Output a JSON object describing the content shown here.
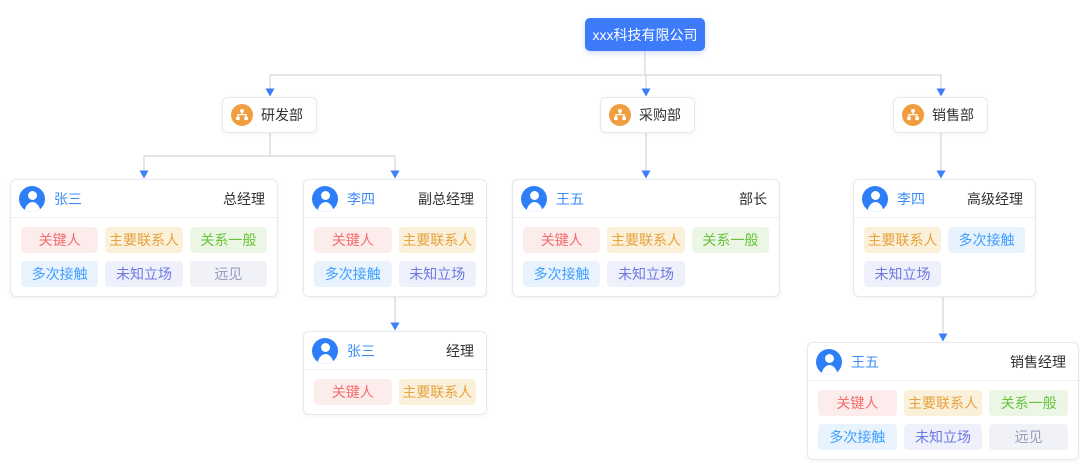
{
  "company": {
    "name": "xxx科技有限公司"
  },
  "departments": [
    {
      "label": "研发部"
    },
    {
      "label": "采购部"
    },
    {
      "label": "销售部"
    }
  ],
  "people": [
    {
      "name": "张三",
      "title": "总经理",
      "tags": [
        {
          "label": "关键人",
          "type": "danger"
        },
        {
          "label": "主要联系人",
          "type": "warning"
        },
        {
          "label": "关系一般",
          "type": "success"
        },
        {
          "label": "多次接触",
          "type": "primary"
        },
        {
          "label": "未知立场",
          "type": "purple"
        },
        {
          "label": "远见",
          "type": "info"
        }
      ]
    },
    {
      "name": "李四",
      "title": "副总经理",
      "tags": [
        {
          "label": "关键人",
          "type": "danger"
        },
        {
          "label": "主要联系人",
          "type": "warning"
        },
        {
          "label": "多次接触",
          "type": "primary"
        },
        {
          "label": "未知立场",
          "type": "purple"
        }
      ]
    },
    {
      "name": "王五",
      "title": "部长",
      "tags": [
        {
          "label": "关键人",
          "type": "danger"
        },
        {
          "label": "主要联系人",
          "type": "warning"
        },
        {
          "label": "关系一般",
          "type": "success"
        },
        {
          "label": "多次接触",
          "type": "primary"
        },
        {
          "label": "未知立场",
          "type": "purple"
        }
      ]
    },
    {
      "name": "李四",
      "title": "高级经理",
      "tags": [
        {
          "label": "主要联系人",
          "type": "warning"
        },
        {
          "label": "多次接触",
          "type": "primary"
        },
        {
          "label": "未知立场",
          "type": "purple"
        }
      ]
    },
    {
      "name": "张三",
      "title": "经理",
      "tags": [
        {
          "label": "关键人",
          "type": "danger"
        },
        {
          "label": "主要联系人",
          "type": "warning"
        }
      ]
    },
    {
      "name": "王五",
      "title": "销售经理",
      "tags": [
        {
          "label": "关键人",
          "type": "danger"
        },
        {
          "label": "主要联系人",
          "type": "warning"
        },
        {
          "label": "关系一般",
          "type": "success"
        },
        {
          "label": "多次接触",
          "type": "primary"
        },
        {
          "label": "未知立场",
          "type": "purple"
        },
        {
          "label": "远见",
          "type": "info"
        }
      ]
    }
  ],
  "colors": {
    "root_node_blue": "#3e7bfa",
    "avatar_blue": "#2e7ef7",
    "name_blue": "#3e8bf8",
    "dept_icon_orange": "#ef9d3e",
    "connector_gray": "#c8cdd6",
    "arrow_blue": "#3d7efb",
    "tag_danger_text": "#f56c6c",
    "tag_warning_text": "#e6a23c",
    "tag_success_text": "#67c23a",
    "tag_primary_text": "#409eff",
    "tag_purple_text": "#6e79e0",
    "tag_info_text": "#979dbd",
    "title_text": "#303133"
  }
}
